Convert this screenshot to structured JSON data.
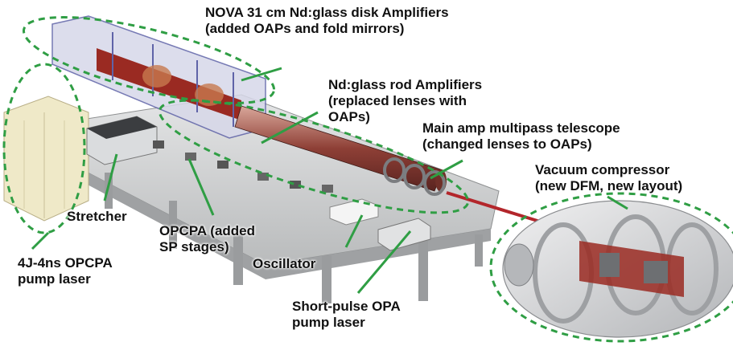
{
  "labels": {
    "nova": [
      "NOVA 31 cm Nd:glass disk Amplifiers",
      "(added OAPs and fold mirrors)"
    ],
    "rod": [
      "Nd:glass rod Amplifiers",
      "(replaced lenses with",
      "OAPs)"
    ],
    "telescope": [
      "Main amp multipass telescope",
      "(changed lenses to OAPs)"
    ],
    "compressor": [
      "Vacuum compressor",
      "(new DFM, new layout)"
    ],
    "stretcher": [
      "Stretcher"
    ],
    "opcpa": [
      "OPCPA (added",
      "SP stages)"
    ],
    "oscillator": [
      "Oscillator"
    ],
    "pump4j": [
      "4J-4ns OPCPA",
      "pump laser"
    ],
    "shortpulse": [
      "Short-pulse OPA",
      "pump laser"
    ]
  },
  "colors": {
    "dashed_outline": "#2f9e44",
    "beam": "#b3262b",
    "table": "#c9cbcc",
    "chamber": "#d8d9db",
    "amplifier_red": "#9a2a22",
    "frame": "#8c8fc2"
  }
}
